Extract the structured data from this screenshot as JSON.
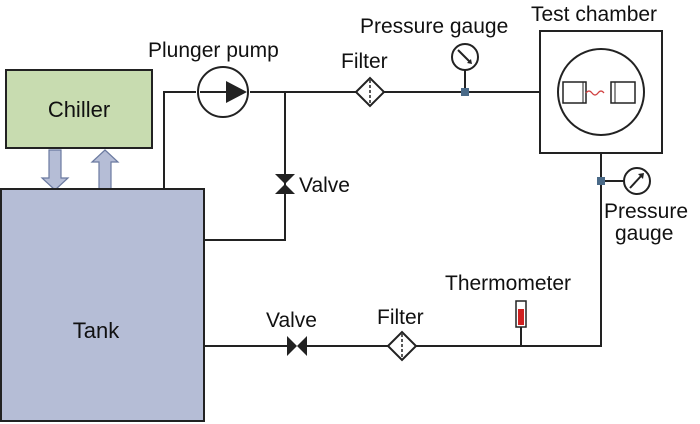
{
  "labels": {
    "chiller": "Chiller",
    "tank": "Tank",
    "plunger_pump": "Plunger pump",
    "filter_top": "Filter",
    "pressure_gauge_top": "Pressure gauge",
    "test_chamber": "Test chamber",
    "valve_bypass": "Valve",
    "pressure_gauge_right_line1": "Pressure",
    "pressure_gauge_right_line2": "gauge",
    "thermometer": "Thermometer",
    "valve_bottom": "Valve",
    "filter_bottom": "Filter"
  },
  "colors": {
    "chiller_fill": "#c8dcb0",
    "tank_fill": "#b5bdd6",
    "arrow_fill": "#b5bdd6",
    "line": "#222222",
    "thermometer_liquid": "#d02020",
    "sensor_fitting": "#4a6a88"
  }
}
